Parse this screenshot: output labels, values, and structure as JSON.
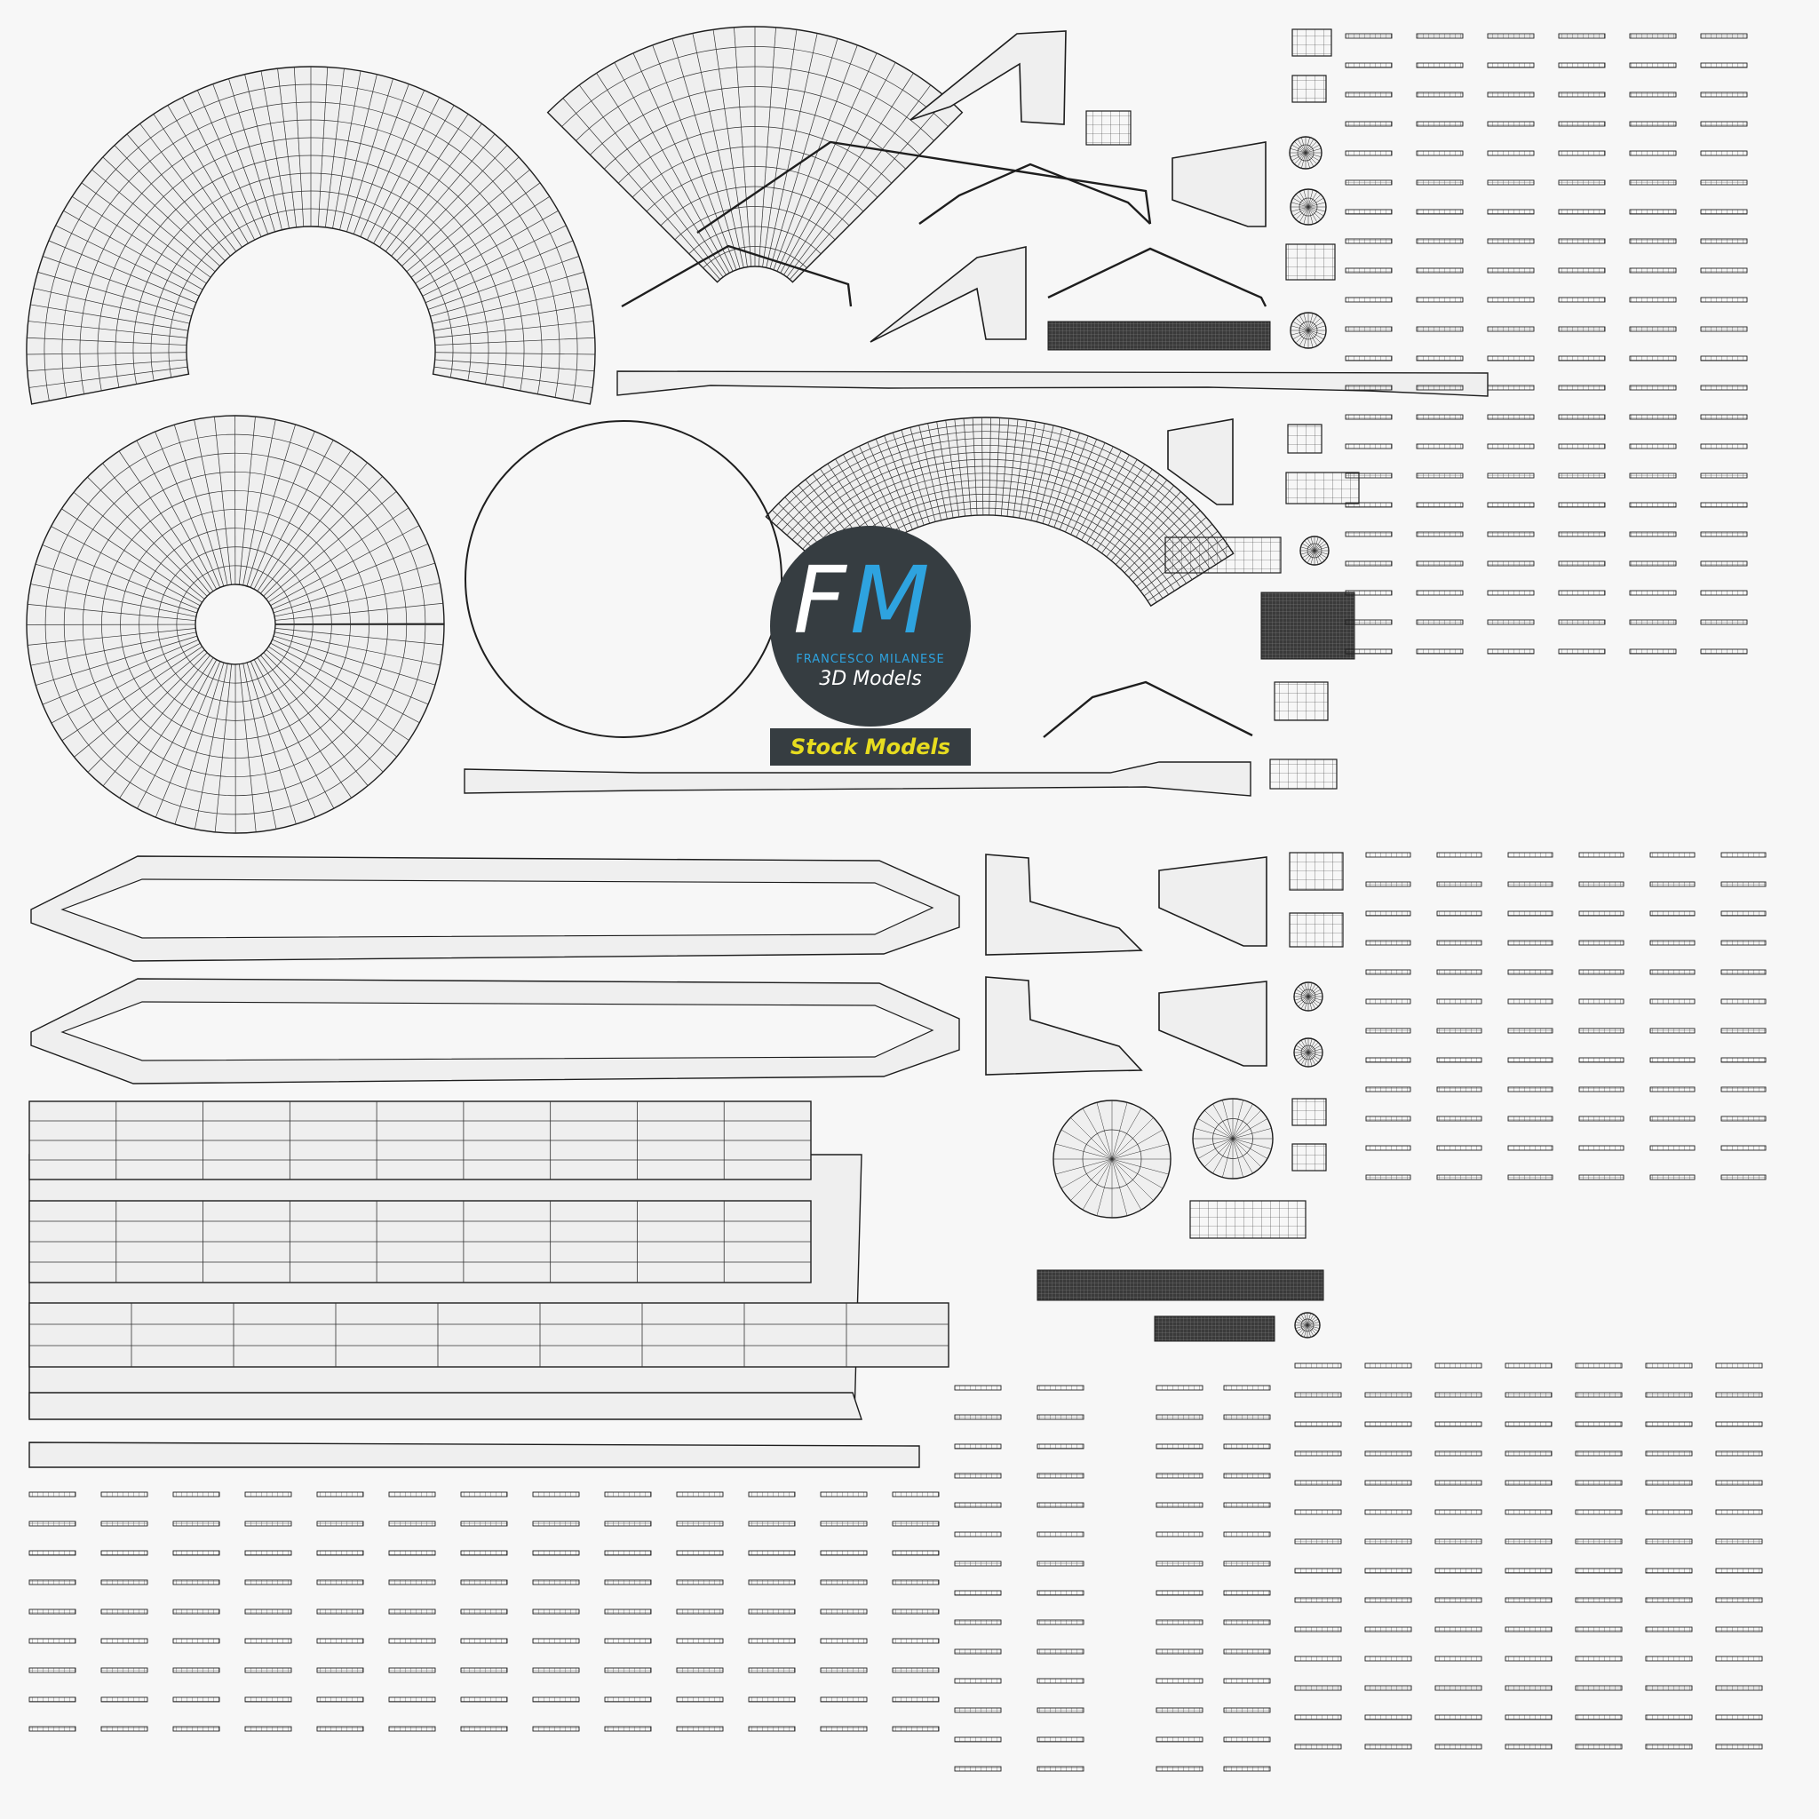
{
  "watermark": {
    "initial_f": "F",
    "initial_m": "M",
    "brand": "FRANCESCO MILANESE",
    "subtitle": "3D Models",
    "badge": "Stock Models"
  },
  "colors": {
    "background": "#f7f7f7",
    "wire": "#1e1e1e",
    "fill": "#ececec",
    "logo_dark": "#363d41",
    "logo_blue": "#2ea3df",
    "badge_text": "#e7dc1f"
  }
}
